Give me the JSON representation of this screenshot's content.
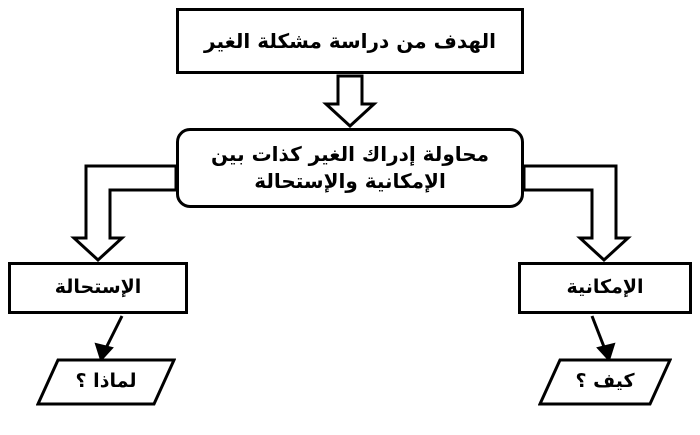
{
  "diagram": {
    "type": "flowchart",
    "language": "arabic",
    "direction": "rtl",
    "colors": {
      "stroke": "#000000",
      "fill": "#ffffff",
      "text": "#000000"
    },
    "nodes": [
      {
        "id": "goal",
        "shape": "rectangle",
        "label": "الهدف من دراسة مشكلة الغير"
      },
      {
        "id": "attempt",
        "shape": "rounded-rectangle",
        "label": "محاولة إدراك الغير كذات بين الإمكانية والإستحالة"
      },
      {
        "id": "impossible",
        "shape": "rectangle",
        "label": "الإستحالة"
      },
      {
        "id": "possible",
        "shape": "rectangle",
        "label": "الإمكانية"
      },
      {
        "id": "why",
        "shape": "parallelogram",
        "label": "لماذا ؟"
      },
      {
        "id": "how",
        "shape": "parallelogram",
        "label": "كيف ؟"
      }
    ],
    "edges": [
      {
        "from": "goal",
        "to": "attempt",
        "style": "block-arrow"
      },
      {
        "from": "attempt",
        "to": "impossible",
        "style": "block-arrow"
      },
      {
        "from": "attempt",
        "to": "possible",
        "style": "block-arrow"
      },
      {
        "from": "impossible",
        "to": "why",
        "style": "line-arrow"
      },
      {
        "from": "possible",
        "to": "how",
        "style": "line-arrow"
      }
    ]
  }
}
